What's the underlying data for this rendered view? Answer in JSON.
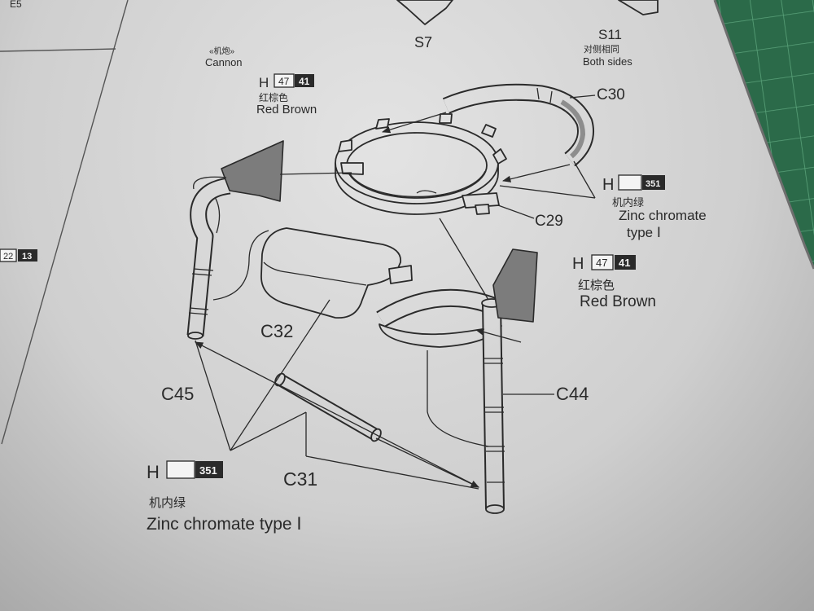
{
  "corner_label": "E5",
  "parts_top": {
    "s7": "S7",
    "s11": "S11",
    "s11_note_cn": "对侧相同",
    "s11_note_en": "Both sides"
  },
  "cannon": {
    "label_cn": "«机炮»",
    "label_en": "Cannon"
  },
  "paint_red_brown_left": {
    "prefix": "H",
    "code_a": "47",
    "code_b": "41",
    "name_cn": "红棕色",
    "name_en": "Red Brown"
  },
  "paint_red_brown_right": {
    "prefix": "H",
    "code_a": "47",
    "code_b": "41",
    "name_cn": "红棕色",
    "name_en": "Red Brown"
  },
  "paint_zinc_right": {
    "prefix": "H",
    "code_b": "351",
    "name_cn": "机内绿",
    "name_en": "Zinc chromate",
    "name_en_2": "type Ⅰ"
  },
  "paint_zinc_bottom": {
    "prefix": "H",
    "code_b": "351",
    "name_cn": "机内绿",
    "name_en": "Zinc chromate type Ⅰ"
  },
  "edge_codes": {
    "a": "22",
    "b": "13"
  },
  "part_labels": {
    "c30": "C30",
    "c29": "C29",
    "c32": "C32",
    "c45": "C45",
    "c44": "C44",
    "c31": "C31"
  },
  "colors": {
    "ink": "#2a2a2a",
    "red_brown_fill": "#7c7c7c",
    "mat_green": "#2b6a49"
  }
}
